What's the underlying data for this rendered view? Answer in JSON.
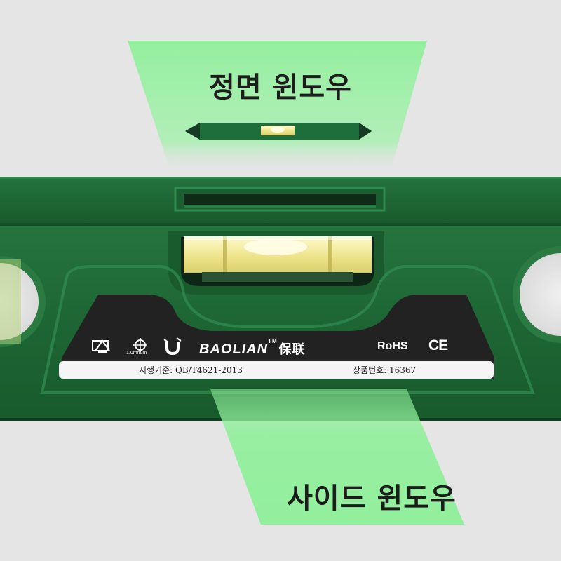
{
  "labels": {
    "front_window": "정면 윈도우",
    "side_window": "사이드 윈도우"
  },
  "plate": {
    "brand": "BAOLIAN",
    "trademark": "TM",
    "brand_cn": "保联",
    "rohs": "RoHS",
    "ce": "CE",
    "accuracy": "1.0mm/m",
    "standard": "시행기준: QB/T4621-2013",
    "product_no": "상품번호: 16367"
  },
  "icons": [
    "level-measure-icon",
    "crosshair-icon",
    "magnet-icon"
  ],
  "colors": {
    "background": "#e5e5e5",
    "level_body": "#1f6b36",
    "window_beam": "#8ff09a",
    "vial_liquid": "#f2ec9e",
    "label_plate": "#f5f5f5"
  }
}
